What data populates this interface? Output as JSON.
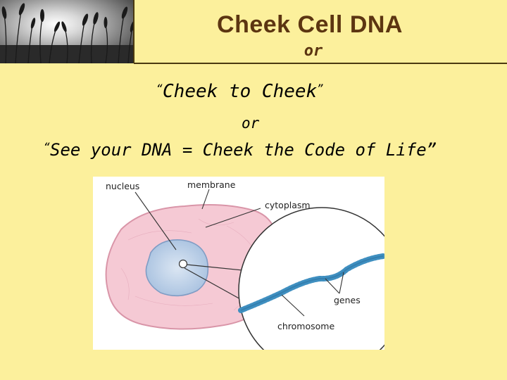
{
  "slide": {
    "title": "Cheek Cell DNA",
    "subtitle": "or",
    "alt_title_1": "Cheek to Cheek",
    "connector": "or",
    "alt_title_2": "See your DNA =  Cheek the Code of Life",
    "open_quote": "“",
    "close_quote": "”"
  },
  "diagram": {
    "labels": {
      "nucleus": "nucleus",
      "membrane": "membrane",
      "cytoplasm": "cytoplasm",
      "genes": "genes",
      "chromosome": "chromosome"
    },
    "colors": {
      "background": "#fcf09c",
      "title": "#5c3511",
      "cell": "#f5c9d4",
      "nucleus": "#b7cde6",
      "chromosome": "#3f8fc0"
    }
  }
}
